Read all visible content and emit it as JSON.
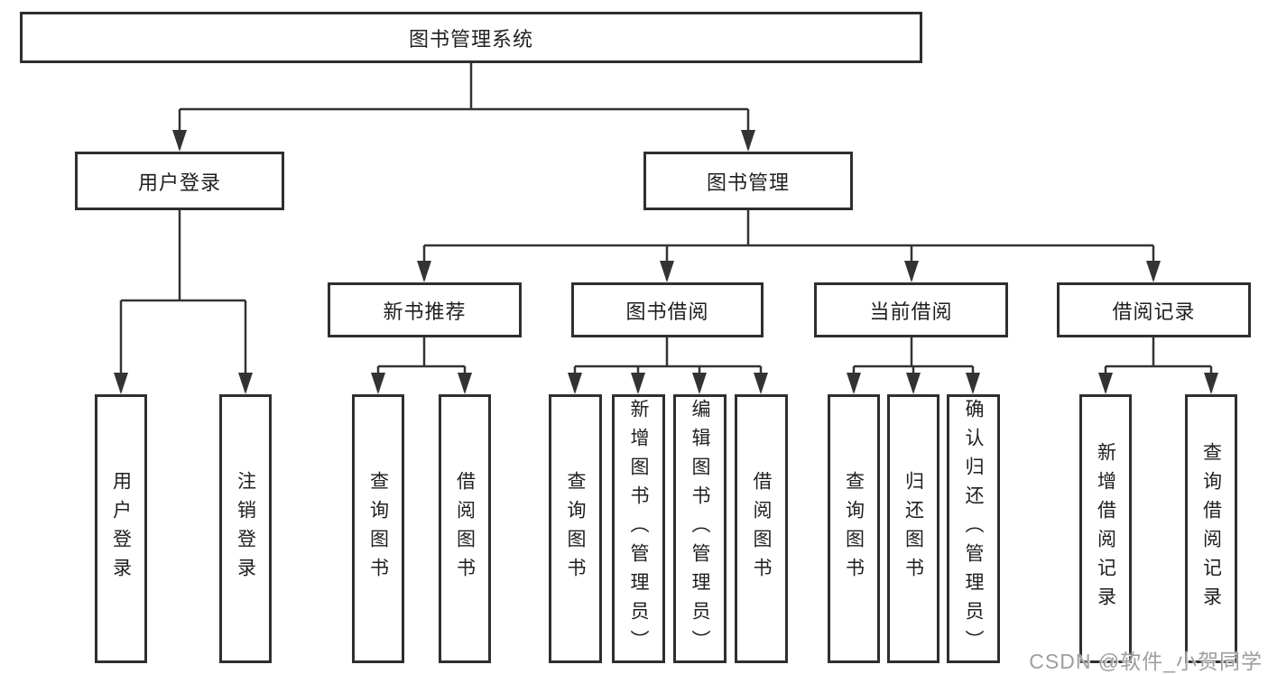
{
  "diagram": {
    "root": {
      "label": "图书管理系统"
    },
    "user_login": {
      "label": "用户登录",
      "children": [
        {
          "label": "用户登录"
        },
        {
          "label": "注销登录"
        }
      ]
    },
    "book_mgmt": {
      "label": "图书管理",
      "groups": [
        {
          "label": "新书推荐",
          "children": [
            {
              "label": "查询图书"
            },
            {
              "label": "借阅图书"
            }
          ]
        },
        {
          "label": "图书借阅",
          "children": [
            {
              "label": "查询图书"
            },
            {
              "label": "新增图书（管理员）"
            },
            {
              "label": "编辑图书（管理员）"
            },
            {
              "label": "借阅图书"
            }
          ]
        },
        {
          "label": "当前借阅",
          "children": [
            {
              "label": "查询图书"
            },
            {
              "label": "归还图书"
            },
            {
              "label": "确认归还（管理员）"
            }
          ]
        },
        {
          "label": "借阅记录",
          "children": [
            {
              "label": "新增借阅记录"
            },
            {
              "label": "查询借阅记录"
            }
          ]
        }
      ]
    }
  },
  "watermark": "CSDN @软件_小贺同学",
  "colors": {
    "line": "#333333",
    "box_border": "#2f2f2f",
    "text": "#1f1f1f",
    "watermark": "#9e9e9e"
  }
}
